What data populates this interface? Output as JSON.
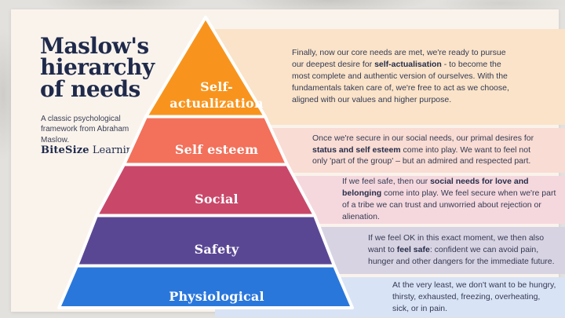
{
  "header": {
    "title_lines": [
      "Maslow's",
      "hierarchy",
      "of needs"
    ],
    "title": "Maslow's hierarchy of needs",
    "subtitle": "A classic psychological framework from Abraham Maslow.",
    "brand_bold": "BiteSize",
    "brand_regular": " Learning"
  },
  "colors": {
    "page_background": "#e3e1de",
    "card_background": "#faf3ec",
    "title_navy": "#1f2a4b",
    "body_text": "#343a54",
    "pyramid_outline": "#ffffff"
  },
  "pyramid": {
    "levels": [
      {
        "name": "Self-actualization",
        "label_line1": "Self-",
        "label_line2": "actualization",
        "color": "#f8941d",
        "band_color": "#fae3c8",
        "description": [
          {
            "text": "Finally, now our core needs are met, we're ready to pursue our deepest desire for "
          },
          {
            "text": "self-actualisation",
            "bold": true
          },
          {
            "text": " - to become the most complete and authentic version of ourselves. With the fundamentals taken care of, we're free to act as we choose, aligned with our values and higher purpose."
          }
        ]
      },
      {
        "name": "Self esteem",
        "color": "#f3705a",
        "band_color": "#f9dcd3",
        "description": [
          {
            "text": "Once we're secure in our social needs, our primal desires for "
          },
          {
            "text": "status and self esteem",
            "bold": true
          },
          {
            "text": " come into play. We want to feel not only 'part of the group' – but an admired and respected part."
          }
        ]
      },
      {
        "name": "Social",
        "color": "#c9486a",
        "band_color": "#f5d8dd",
        "description": [
          {
            "text": "If we feel safe, then our "
          },
          {
            "text": "social needs for love and belonging",
            "bold": true
          },
          {
            "text": " come into play. We feel secure when we're part of a tribe we can trust and unworried about rejection or alienation."
          }
        ]
      },
      {
        "name": "Safety",
        "color": "#5a4794",
        "band_color": "#d8d3e2",
        "description": [
          {
            "text": "If we feel OK in this exact moment, we then also want to "
          },
          {
            "text": "feel safe",
            "bold": true
          },
          {
            "text": ": confident we can avoid pain, hunger and other dangers for the immediate future."
          }
        ]
      },
      {
        "name": "Physiological",
        "color": "#2a77dc",
        "band_color": "#d9e3f6",
        "description": [
          {
            "text": "At the very least, we don't want to be hungry, thirsty, exhausted, freezing, overheating, sick, or in pain."
          }
        ]
      }
    ]
  }
}
